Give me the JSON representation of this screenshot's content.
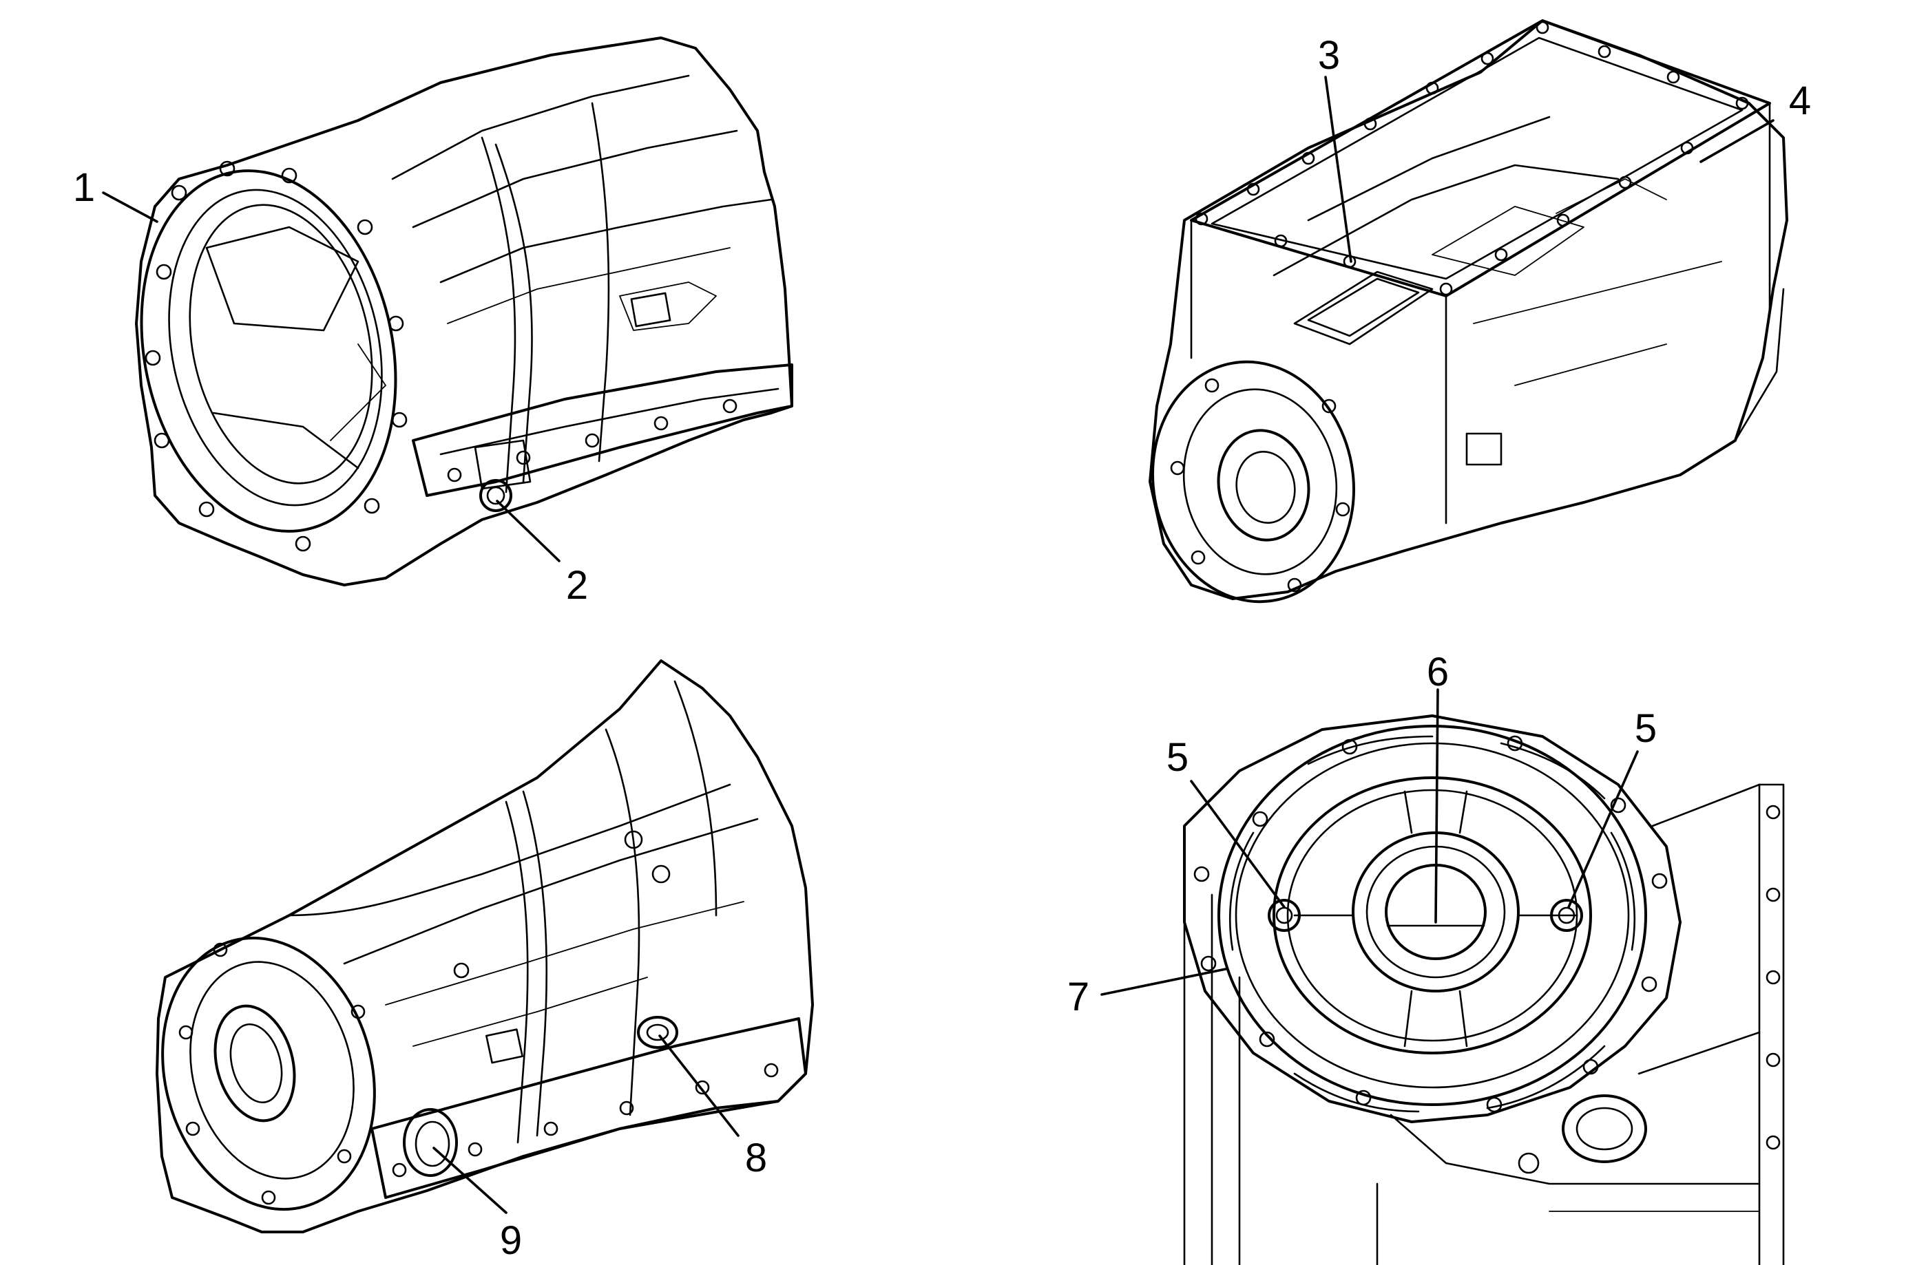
{
  "callouts": {
    "c1": "1",
    "c2": "2",
    "c3": "3",
    "c4": "4",
    "c5a": "5",
    "c5b": "5",
    "c6": "6",
    "c7": "7",
    "c8": "8",
    "c9": "9"
  },
  "colors": {
    "line": "#000000",
    "background": "#ffffff"
  }
}
